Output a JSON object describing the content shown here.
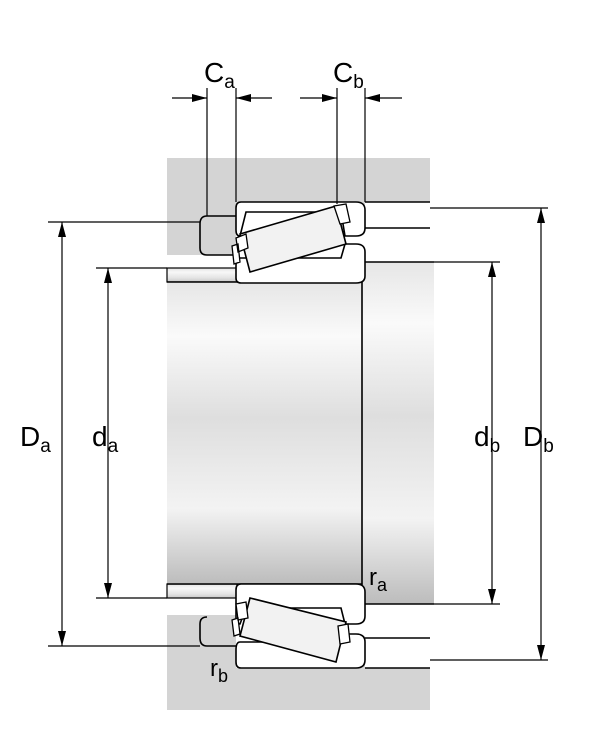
{
  "colors": {
    "housing": "#d4d4d4",
    "line": "#000000",
    "shaft_light": "#f4f4f4",
    "shaft_mid": "#d9d9d9",
    "shaft_dark": "#b8b8b8",
    "roller_fill": "#f2f2f2"
  },
  "labels": {
    "Ca": {
      "main": "C",
      "sub": "a"
    },
    "Cb": {
      "main": "C",
      "sub": "b"
    },
    "Da": {
      "main": "D",
      "sub": "a"
    },
    "da": {
      "main": "d",
      "sub": "a"
    },
    "db": {
      "main": "d",
      "sub": "b"
    },
    "Db": {
      "main": "D",
      "sub": "b"
    },
    "ra": {
      "main": "r",
      "sub": "a"
    },
    "rb": {
      "main": "r",
      "sub": "b"
    }
  }
}
